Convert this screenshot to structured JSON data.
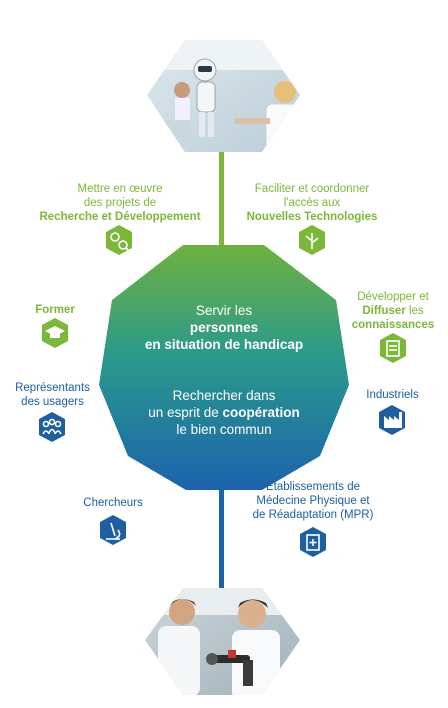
{
  "colors": {
    "green": "#7bb83a",
    "blue": "#1e5fa0",
    "center_top": "#6fb13f",
    "center_bottom": "#1c63ad"
  },
  "top_image": {
    "description_icon": "robot-and-caregiver-photo"
  },
  "bottom_image": {
    "description_icon": "students-with-robot-arm-photo"
  },
  "center": {
    "line1": "Servir les",
    "line2": "personnes",
    "line3": "en situation de handicap",
    "line4": "Rechercher dans",
    "line5a": "un esprit de ",
    "line5b": "coopération",
    "line6": "le bien commun"
  },
  "items": {
    "rd": {
      "line1": "Mettre en œuvre",
      "line2": "des projets de",
      "line3": "Recherche et Développement",
      "icon": "gears-magnifier-icon"
    },
    "tech": {
      "line1": "Faciliter et coordonner",
      "line2": "l'accès aux",
      "line3": "Nouvelles Technologies",
      "icon": "usb-connector-icon"
    },
    "former": {
      "line1": "Former",
      "icon": "graduation-cap-icon"
    },
    "diffuser": {
      "line1": "Développer et",
      "line2a": "Diffuser",
      "line2b": " les",
      "line3": "connaissances",
      "icon": "document-icon"
    },
    "usagers": {
      "line1": "Représentants",
      "line2": "des usagers",
      "icon": "group-icon"
    },
    "industriels": {
      "line1": "Industriels",
      "icon": "factory-icon"
    },
    "chercheurs": {
      "line1": "Chercheurs",
      "icon": "microscope-icon"
    },
    "mpr": {
      "line1": "Établissements de",
      "line2": "Médecine Physique et",
      "line3": "de Réadaptation (MPR)",
      "icon": "medical-clipboard-icon"
    }
  }
}
